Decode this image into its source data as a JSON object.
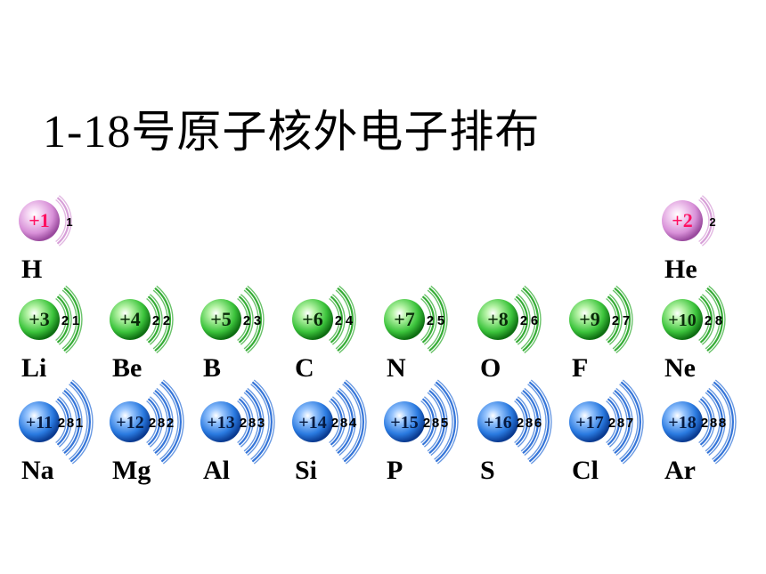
{
  "title_number": "1-18",
  "title_text": "号原子核外电子排布",
  "colors": {
    "pink": "#d080d0",
    "green": "#22a822",
    "blue": "#1f66c8",
    "pink_charge": "#ff1060"
  },
  "atoms": [
    {
      "symbol": "H",
      "charge": "+1",
      "shells": [
        "1"
      ],
      "color": "pink",
      "row": 0,
      "col": 0
    },
    {
      "symbol": "He",
      "charge": "+2",
      "shells": [
        "2"
      ],
      "color": "pink",
      "row": 0,
      "col": 7
    },
    {
      "symbol": "Li",
      "charge": "+3",
      "shells": [
        "2",
        "1"
      ],
      "color": "green",
      "row": 1,
      "col": 0
    },
    {
      "symbol": "Be",
      "charge": "+4",
      "shells": [
        "2",
        "2"
      ],
      "color": "green",
      "row": 1,
      "col": 1
    },
    {
      "symbol": "B",
      "charge": "+5",
      "shells": [
        "2",
        "3"
      ],
      "color": "green",
      "row": 1,
      "col": 2
    },
    {
      "symbol": "C",
      "charge": "+6",
      "shells": [
        "2",
        "4"
      ],
      "color": "green",
      "row": 1,
      "col": 3
    },
    {
      "symbol": "N",
      "charge": "+7",
      "shells": [
        "2",
        "5"
      ],
      "color": "green",
      "row": 1,
      "col": 4
    },
    {
      "symbol": "O",
      "charge": "+8",
      "shells": [
        "2",
        "6"
      ],
      "color": "green",
      "row": 1,
      "col": 5
    },
    {
      "symbol": "F",
      "charge": "+9",
      "shells": [
        "2",
        "7"
      ],
      "color": "green",
      "row": 1,
      "col": 6
    },
    {
      "symbol": "Ne",
      "charge": "+10",
      "shells": [
        "2",
        "8"
      ],
      "color": "green",
      "row": 1,
      "col": 7
    },
    {
      "symbol": "Na",
      "charge": "+11",
      "shells": [
        "2",
        "8",
        "1"
      ],
      "color": "blue",
      "row": 2,
      "col": 0
    },
    {
      "symbol": "Mg",
      "charge": "+12",
      "shells": [
        "2",
        "8",
        "2"
      ],
      "color": "blue",
      "row": 2,
      "col": 1
    },
    {
      "symbol": "Al",
      "charge": "+13",
      "shells": [
        "2",
        "8",
        "3"
      ],
      "color": "blue",
      "row": 2,
      "col": 2
    },
    {
      "symbol": "Si",
      "charge": "+14",
      "shells": [
        "2",
        "8",
        "4"
      ],
      "color": "blue",
      "row": 2,
      "col": 3
    },
    {
      "symbol": "P",
      "charge": "+15",
      "shells": [
        "2",
        "8",
        "5"
      ],
      "color": "blue",
      "row": 2,
      "col": 4
    },
    {
      "symbol": "S",
      "charge": "+16",
      "shells": [
        "2",
        "8",
        "6"
      ],
      "color": "blue",
      "row": 2,
      "col": 5
    },
    {
      "symbol": "Cl",
      "charge": "+17",
      "shells": [
        "2",
        "8",
        "7"
      ],
      "color": "blue",
      "row": 2,
      "col": 6
    },
    {
      "symbol": "Ar",
      "charge": "+18",
      "shells": [
        "2",
        "8",
        "8"
      ],
      "color": "blue",
      "row": 2,
      "col": 7
    }
  ]
}
